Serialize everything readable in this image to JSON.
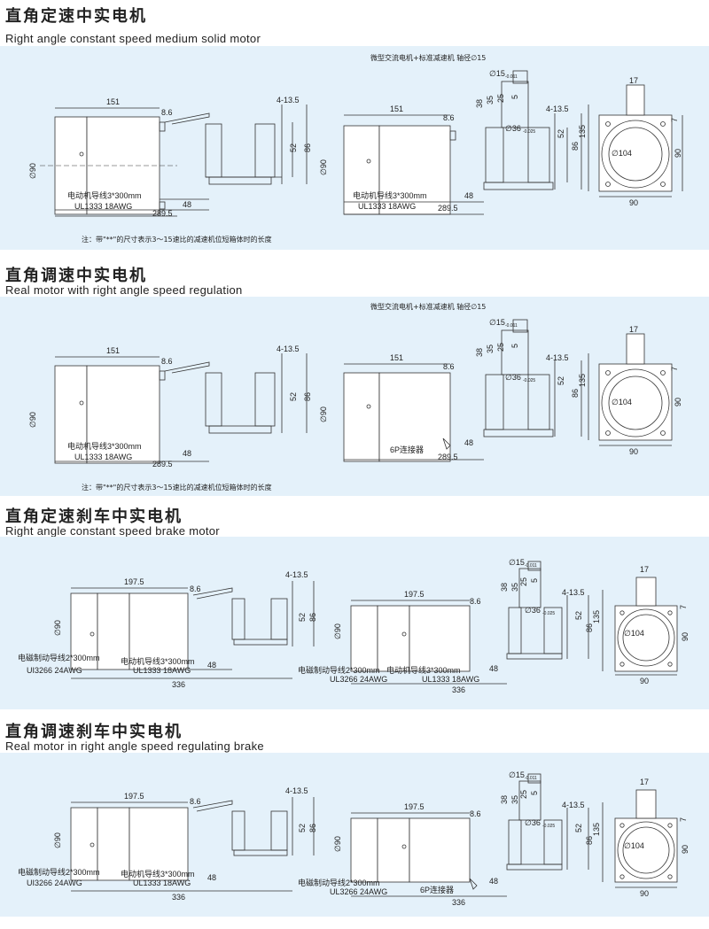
{
  "sections": [
    {
      "title_cn": "直角定速中实电机",
      "title_en": "Right angle constant speed medium solid motor",
      "header": "微型交流电机+标准减速机  轴径∅15",
      "note": "注：带\"**\"的尺寸表示3～15速比的减速机位短箱体时的长度",
      "left": {
        "len": "151",
        "d": "∅90",
        "a": "8.6",
        "b": "4-13.5",
        "c": "52",
        "e": "86",
        "f": "48",
        "total": "289.5",
        "lead1": "电动机导线3*300mm",
        "awg1": "UL1333  18AWG"
      },
      "mid": {
        "len": "151",
        "d": "∅90",
        "a": "8.6",
        "b": "4-13.5",
        "c": "52",
        "e": "86",
        "f": "48",
        "total": "289.5",
        "lead1": "电动机导线3*300mm",
        "awg1": "UL1333  18AWG",
        "shaft": "∅15",
        "tol": "-0.011",
        "k1": "38",
        "k2": "35",
        "k3": "25",
        "k4": "5",
        "bore": "∅36",
        "btol": "-0.025"
      },
      "right": {
        "top": "17",
        "side": "7",
        "h": "135",
        "w": "90",
        "hw": "90",
        "circ": "∅104"
      }
    },
    {
      "title_cn": "直角调速中实电机",
      "title_en": "Real motor with right angle speed regulation",
      "header": "微型交流电机+标准减速机  轴径∅15",
      "note": "注：带\"**\"的尺寸表示3～15速比的减速机位短箱体时的长度",
      "left": {
        "len": "151",
        "d": "∅90",
        "a": "8.6",
        "b": "4-13.5",
        "c": "52",
        "e": "86",
        "f": "48",
        "total": "289.5",
        "lead1": "电动机导线3*300mm",
        "awg1": "UL1333  18AWG"
      },
      "mid": {
        "len": "151",
        "d": "∅90",
        "a": "8.6",
        "b": "4-13.5",
        "c": "52",
        "e": "86",
        "f": "48",
        "total": "289.5",
        "conn": "6P连接器",
        "shaft": "∅15",
        "tol": "-0.011",
        "k1": "38",
        "k2": "35",
        "k3": "25",
        "k4": "5",
        "bore": "∅36",
        "btol": "-0.025"
      },
      "right": {
        "top": "17",
        "side": "7",
        "h": "135",
        "w": "90",
        "hw": "90",
        "circ": "∅104"
      }
    },
    {
      "title_cn": "直角定速刹车中实电机",
      "title_en": "Right angle constant speed brake motor",
      "left": {
        "len": "197.5",
        "d": "∅90",
        "a": "8.6",
        "b": "4-13.5",
        "c": "52",
        "e": "86",
        "f": "48",
        "total": "336",
        "lead0": "电磁制动导线2*300mm",
        "awg0": "UI3266  24AWG",
        "lead1": "电动机导线3*300mm",
        "awg1": "UL1333  18AWG"
      },
      "mid": {
        "len": "197.5",
        "d": "∅90",
        "a": "8.6",
        "b": "4-13.5",
        "c": "52",
        "e": "86",
        "f": "48",
        "total": "336",
        "lead0": "电磁制动导线2*300mm",
        "awg0": "UL3266  24AWG",
        "lead1": "电动机导线3*300mm",
        "awg1": "UL1333  18AWG",
        "shaft": "∅15",
        "tol": "-0.011",
        "k1": "38",
        "k2": "35",
        "k3": "25",
        "k4": "5",
        "bore": "∅36",
        "btol": "-0.025"
      },
      "right": {
        "top": "17",
        "side": "7",
        "h": "135",
        "w": "90",
        "hw": "90",
        "circ": "∅104"
      }
    },
    {
      "title_cn": "直角调速刹车中实电机",
      "title_en": "Real motor in right angle speed regulating brake",
      "left": {
        "len": "197.5",
        "d": "∅90",
        "a": "8.6",
        "b": "4-13.5",
        "c": "52",
        "e": "86",
        "f": "48",
        "total": "336",
        "lead0": "电磁制动导线2*300mm",
        "awg0": "UI3266  24AWG",
        "lead1": "电动机导线3*300mm",
        "awg1": "UL1333  18AWG"
      },
      "mid": {
        "len": "197.5",
        "d": "∅90",
        "a": "8.6",
        "b": "4-13.5",
        "c": "52",
        "e": "86",
        "f": "48",
        "total": "336",
        "lead0": "电磁制动导线2*300mm",
        "awg0": "UL3266  24AWG",
        "conn": "6P连接器",
        "shaft": "∅15",
        "tol": "-0.011",
        "k1": "38",
        "k2": "35",
        "k3": "25",
        "k4": "5",
        "bore": "∅36",
        "btol": "-0.025"
      },
      "right": {
        "top": "17",
        "side": "7",
        "h": "135",
        "w": "90",
        "hw": "90",
        "circ": "∅104"
      }
    }
  ]
}
